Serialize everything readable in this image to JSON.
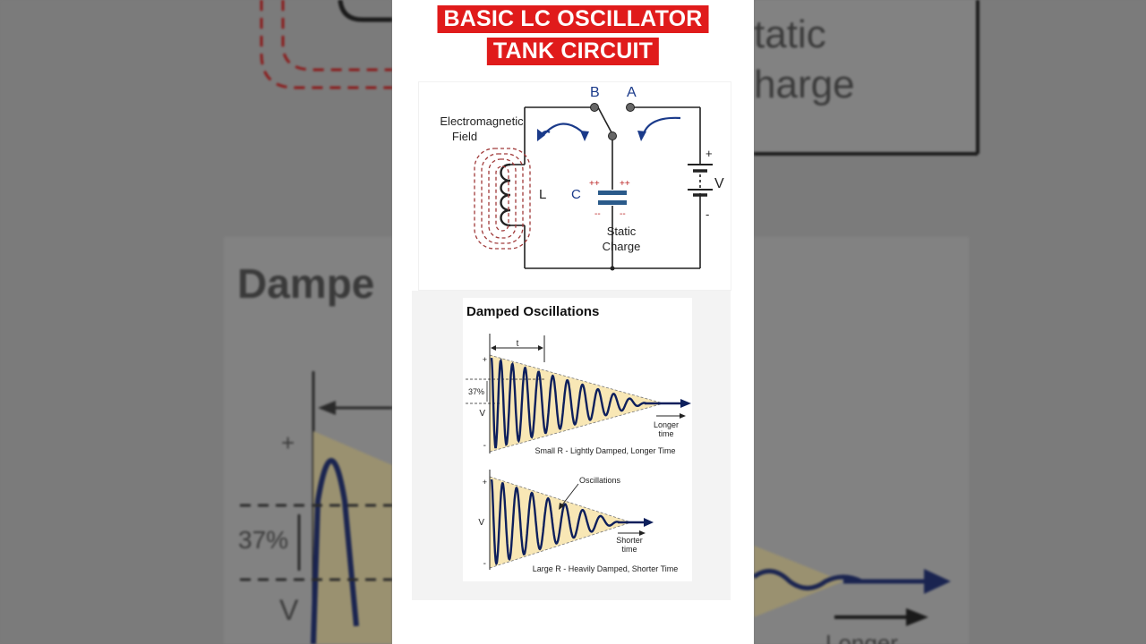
{
  "title": {
    "line1": "BASIC LC OSCILLATOR",
    "line2": "TANK CIRCUIT"
  },
  "colors": {
    "title_bg": "#e01b1b",
    "title_text": "#ffffff",
    "label_blue": "#1a3a8a",
    "wire": "#222222",
    "field_dash": "#a03a3a",
    "wave": "#0d1f5c",
    "envelope_fill": "#f8e7b5"
  },
  "circuit": {
    "label_b": "B",
    "label_a": "A",
    "field_label_1": "Electromagnetic",
    "field_label_2": "Field",
    "label_l": "L",
    "label_c": "C",
    "plus_plus_left": "++",
    "plus_plus_right": "++",
    "minus_minus_left": "--",
    "minus_minus_right": "--",
    "battery_plus": "+",
    "battery_minus": "-",
    "label_v": "V",
    "static_1": "Static",
    "static_2": "Charge"
  },
  "damped": {
    "title": "Damped Oscillations",
    "top": {
      "period_label": "t",
      "plus": "+",
      "pct": "37%",
      "v": "V",
      "minus": "-",
      "arrow_1": "Longer",
      "arrow_2": "time",
      "caption": "Small R - Lightly Damped, Longer Time"
    },
    "bottom": {
      "osc_label": "Oscillations",
      "plus": "+",
      "v": "V",
      "minus": "-",
      "arrow_1": "Shorter",
      "arrow_2": "time",
      "caption": "Large R - Heavily Damped, Shorter Time"
    }
  },
  "background": {
    "left_word": "Dampe",
    "left_plus": "+",
    "left_pct": "37%",
    "left_v": "V",
    "right_word_1": "tatic",
    "right_word_2": "harge",
    "right_bottom": "Longer"
  }
}
